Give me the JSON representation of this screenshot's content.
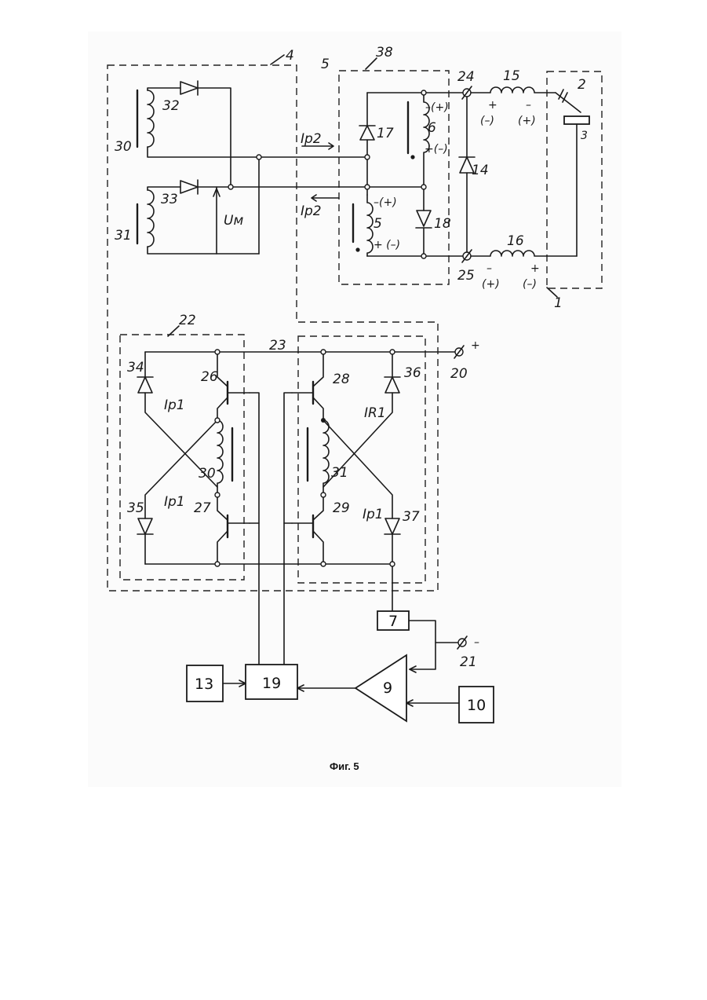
{
  "caption": "Фиг. 5",
  "blocks": {
    "b7": "7",
    "b9": "9",
    "b10": "10",
    "b13": "13",
    "b19": "19"
  },
  "module_labels": {
    "m1": "1",
    "m4": "4",
    "m5": "5",
    "m22": "22",
    "m23": "23",
    "m38": "38"
  },
  "component_labels": {
    "sw2": "2",
    "load3": "3",
    "w5": "5",
    "w6": "6",
    "d14": "14",
    "l15": "15",
    "l16": "16",
    "d17": "17",
    "d18": "18",
    "t26": "26",
    "t27": "27",
    "t28": "28",
    "t29": "29",
    "w30a": "30",
    "w30b": "30",
    "w31a": "31",
    "w31b": "31",
    "d32": "32",
    "d33": "33",
    "d34": "34",
    "d35": "35",
    "d36": "36",
    "d37": "37"
  },
  "terminal_labels": {
    "t20": "20",
    "t20_sign": "+",
    "t21": "21",
    "t21_sign": "–",
    "t24": "24",
    "t25": "25"
  },
  "polarity_labels": {
    "w6_top": "–(+)",
    "w6_bottom": "+(–)",
    "w5_top": "–(+)",
    "w5_bottom": "+ (–)",
    "l15_left_a": "+",
    "l15_left_b": "(–)",
    "l15_right_a": "–",
    "l15_right_b": "(+)",
    "l16_left_a": "–",
    "l16_left_b": "(+)",
    "l16_right_a": "+",
    "l16_right_b": "(–)"
  },
  "current_labels": {
    "ip2_top": "Iр2",
    "ip2_bottom": "Iр2",
    "ip1_a": "Iр1",
    "ip1_b": "Iр1",
    "ir1": "IR1",
    "ip1_c": "Iр1",
    "um": "Uм"
  }
}
